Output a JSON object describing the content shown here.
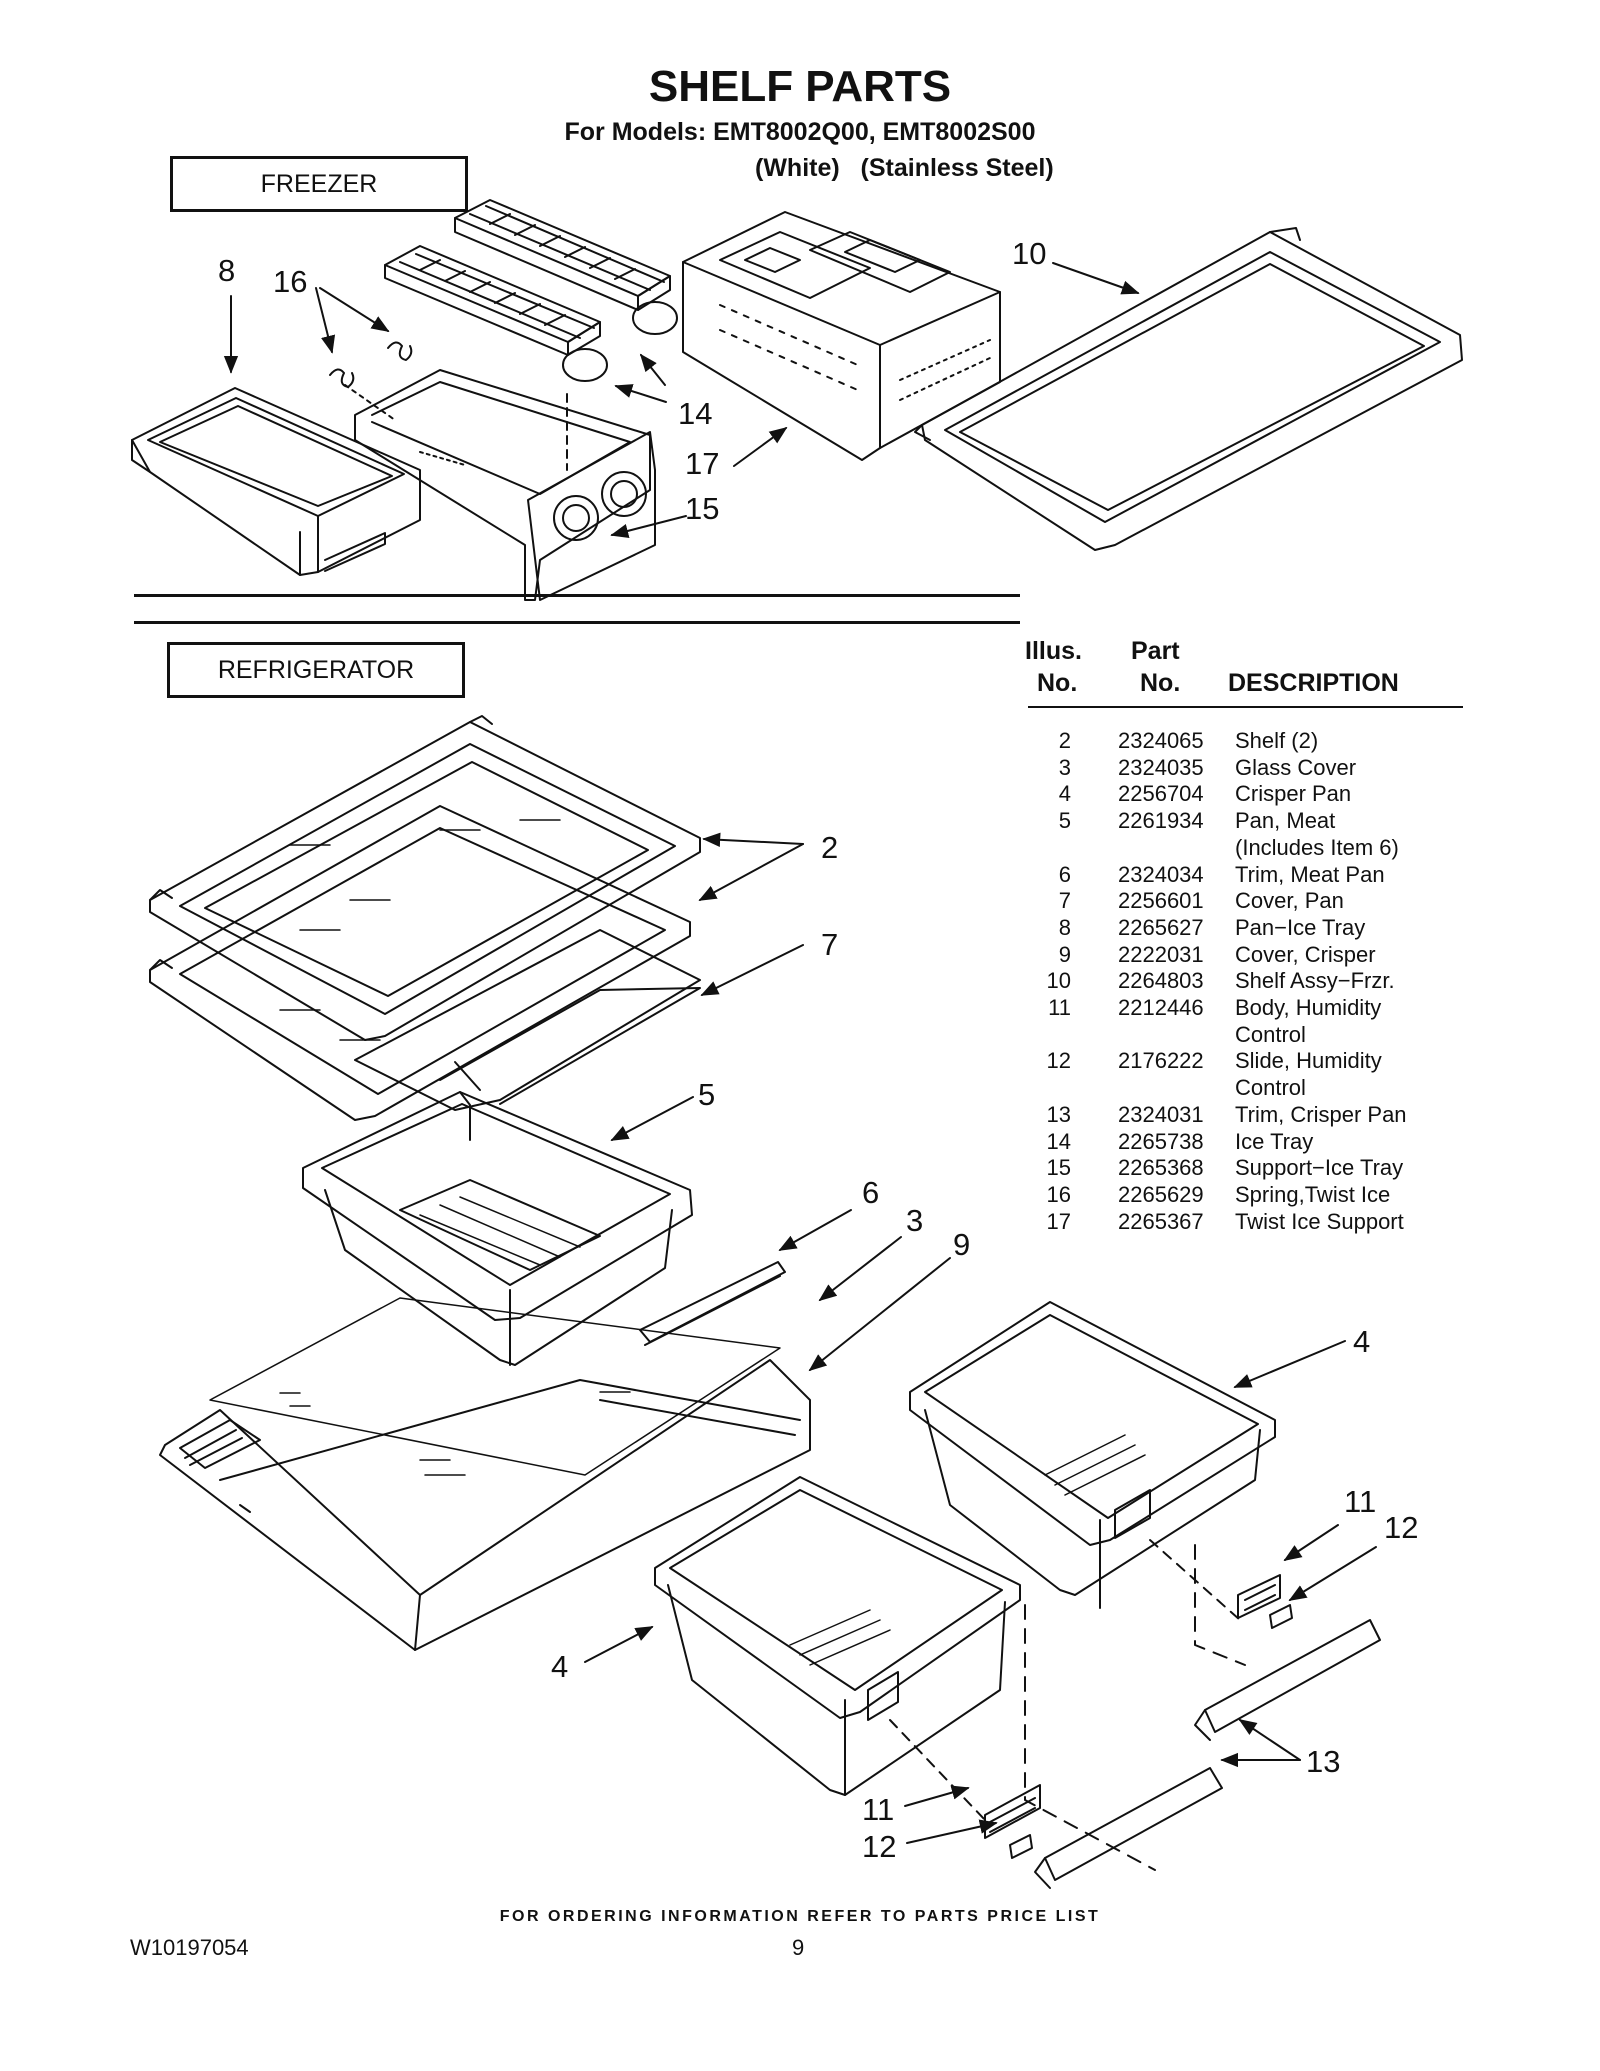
{
  "header": {
    "title": "SHELF PARTS",
    "models": "For Models: EMT8002Q00, EMT8002S00",
    "finishes": "(White)   (Stainless Steel)"
  },
  "sections": {
    "freezer": "FREEZER",
    "refrigerator": "REFRIGERATOR"
  },
  "parts_table": {
    "headers": {
      "illus_line1": "Illus.",
      "illus_line2": "No.",
      "part_line1": "Part",
      "part_line2": "No.",
      "description": "DESCRIPTION"
    },
    "rows": [
      {
        "illus": "2",
        "part": "2324065",
        "desc": "Shelf (2)"
      },
      {
        "illus": "3",
        "part": "2324035",
        "desc": "Glass Cover"
      },
      {
        "illus": "4",
        "part": "2256704",
        "desc": "Crisper Pan"
      },
      {
        "illus": "5",
        "part": "2261934",
        "desc": "Pan, Meat\n(Includes Item 6)"
      },
      {
        "illus": "6",
        "part": "2324034",
        "desc": "Trim, Meat Pan"
      },
      {
        "illus": "7",
        "part": "2256601",
        "desc": "Cover, Pan"
      },
      {
        "illus": "8",
        "part": "2265627",
        "desc": "Pan−Ice Tray"
      },
      {
        "illus": "9",
        "part": "2222031",
        "desc": "Cover, Crisper"
      },
      {
        "illus": "10",
        "part": "2264803",
        "desc": "Shelf Assy−Frzr."
      },
      {
        "illus": "11",
        "part": "2212446",
        "desc": "Body, Humidity\nControl"
      },
      {
        "illus": "12",
        "part": "2176222",
        "desc": "Slide, Humidity\nControl"
      },
      {
        "illus": "13",
        "part": "2324031",
        "desc": "Trim, Crisper Pan"
      },
      {
        "illus": "14",
        "part": "2265738",
        "desc": "Ice Tray"
      },
      {
        "illus": "15",
        "part": "2265368",
        "desc": "Support−Ice Tray"
      },
      {
        "illus": "16",
        "part": "2265629",
        "desc": "Spring,Twist Ice"
      },
      {
        "illus": "17",
        "part": "2265367",
        "desc": "Twist Ice Support"
      }
    ]
  },
  "callouts": {
    "c8": "8",
    "c16": "16",
    "c10": "10",
    "c14": "14",
    "c17": "17",
    "c15": "15",
    "c2": "2",
    "c7": "7",
    "c5": "5",
    "c6": "6",
    "c3": "3",
    "c9": "9",
    "c4a": "4",
    "c4b": "4",
    "c11a": "11",
    "c12a": "12",
    "c13": "13",
    "c11b": "11",
    "c12b": "12"
  },
  "footer": {
    "ordering": "FOR ORDERING INFORMATION REFER TO PARTS PRICE LIST",
    "doc_number": "W10197054",
    "page_number": "9"
  }
}
